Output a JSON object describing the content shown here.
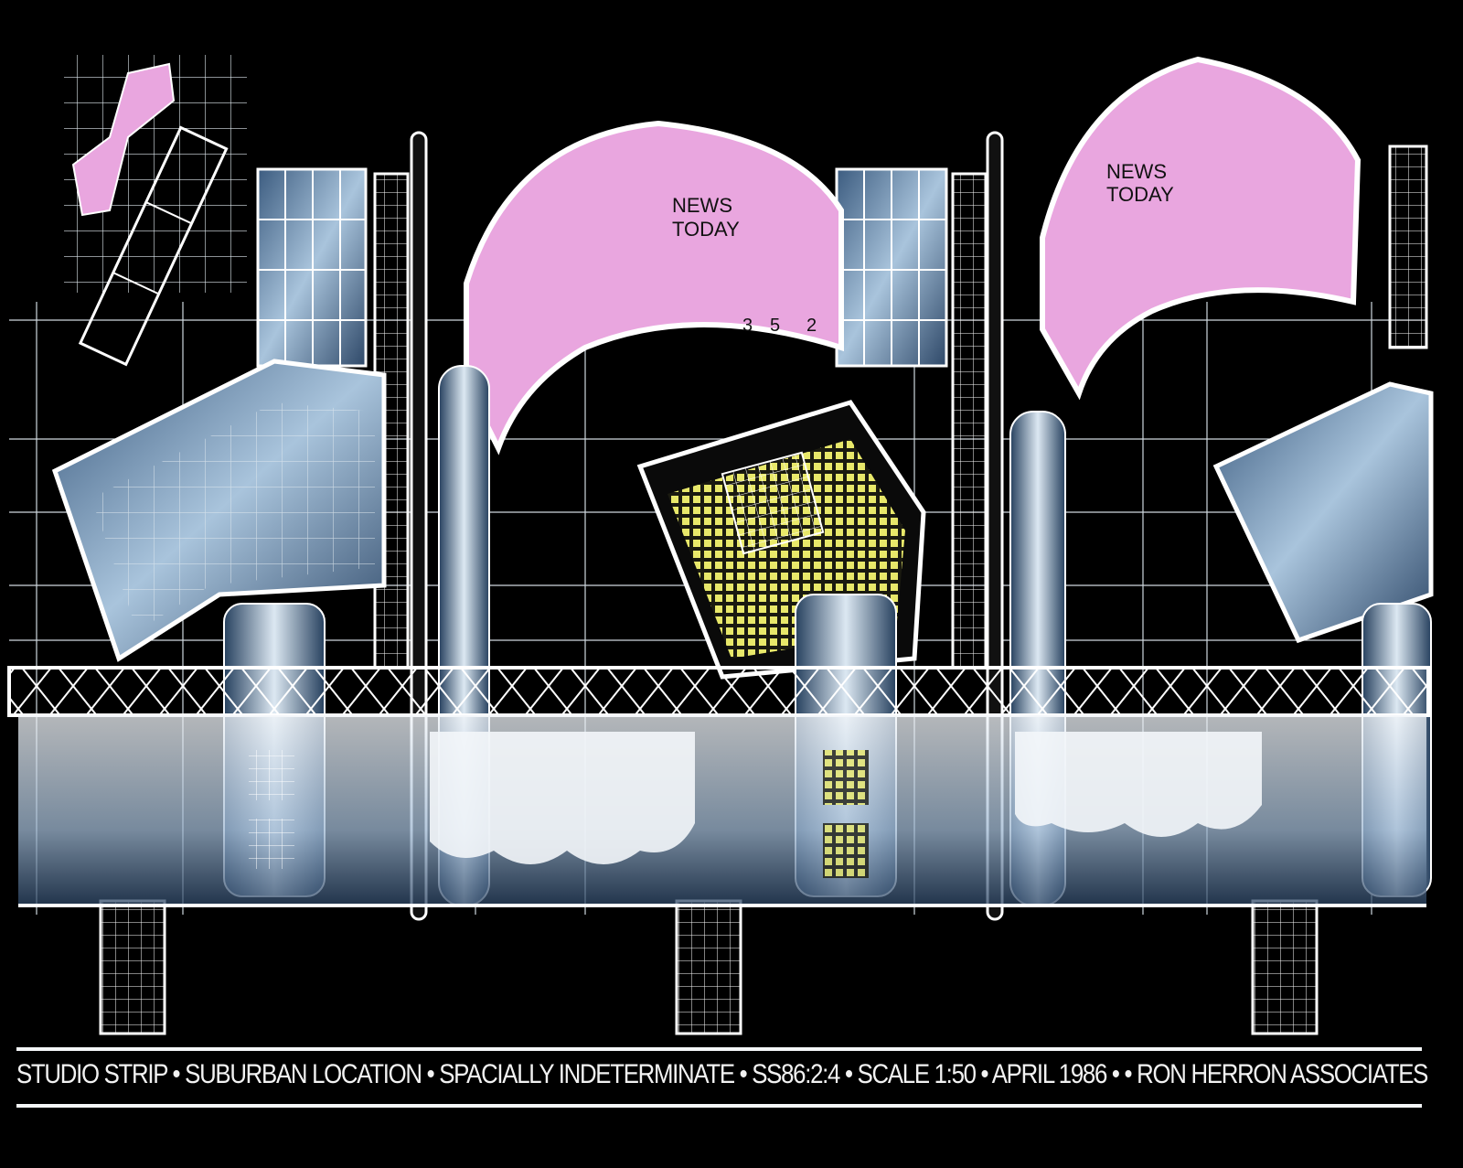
{
  "drawing": {
    "dome_signs": [
      "NEWS",
      "TODAY"
    ],
    "dome_numbers": [
      "3",
      "5",
      "2"
    ],
    "colors": {
      "background": "#000000",
      "line": "#ffffff",
      "dome": "#e9a6df",
      "glass": "#8fb0d0",
      "yellow": "#e8e86a"
    }
  },
  "caption": {
    "text": "STUDIO STRIP • SUBURBAN LOCATION • SPACIALLY INDETERMINATE • SS86:2:4 • SCALE 1:50 • APRIL 1986 • •  RON HERRON ASSOCIATES"
  }
}
